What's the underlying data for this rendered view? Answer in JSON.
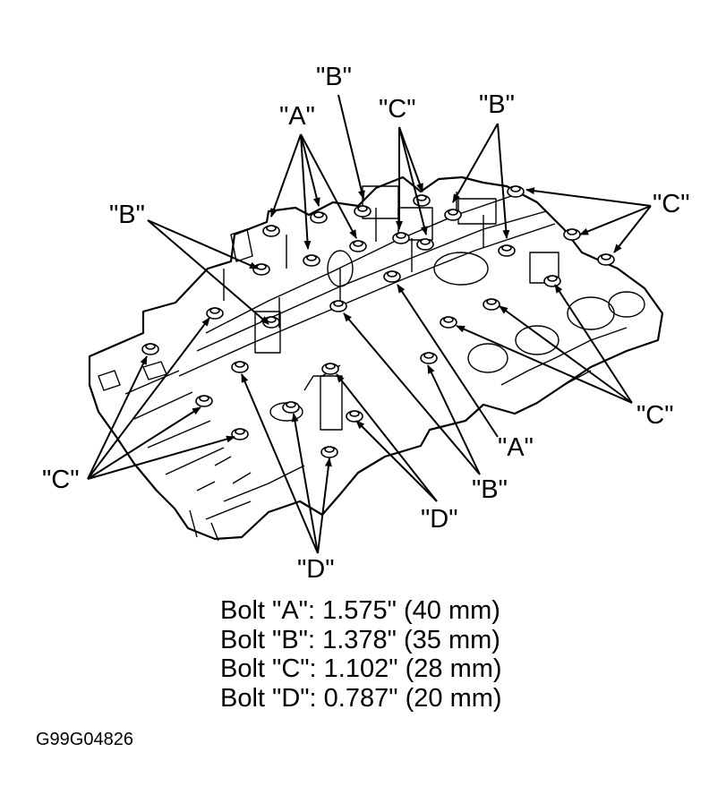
{
  "callouts": {
    "a_top": "\"A\"",
    "b_top_left": "\"B\"",
    "b_top": "\"B\"",
    "c_top": "\"C\"",
    "b_top_right": "\"B\"",
    "c_right_top": "\"C\"",
    "c_right": "\"C\"",
    "a_right": "\"A\"",
    "b_bottom_right": "\"B\"",
    "d_right": "\"D\"",
    "d_bottom": "\"D\"",
    "c_left": "\"C\""
  },
  "specs": [
    "Bolt \"A\": 1.575\" (40 mm)",
    "Bolt \"B\": 1.378\" (35 mm)",
    "Bolt \"C\": 1.102\" (28 mm)",
    "Bolt \"D\": 0.787\" (20 mm)"
  ],
  "figure_id": "G99G04826"
}
